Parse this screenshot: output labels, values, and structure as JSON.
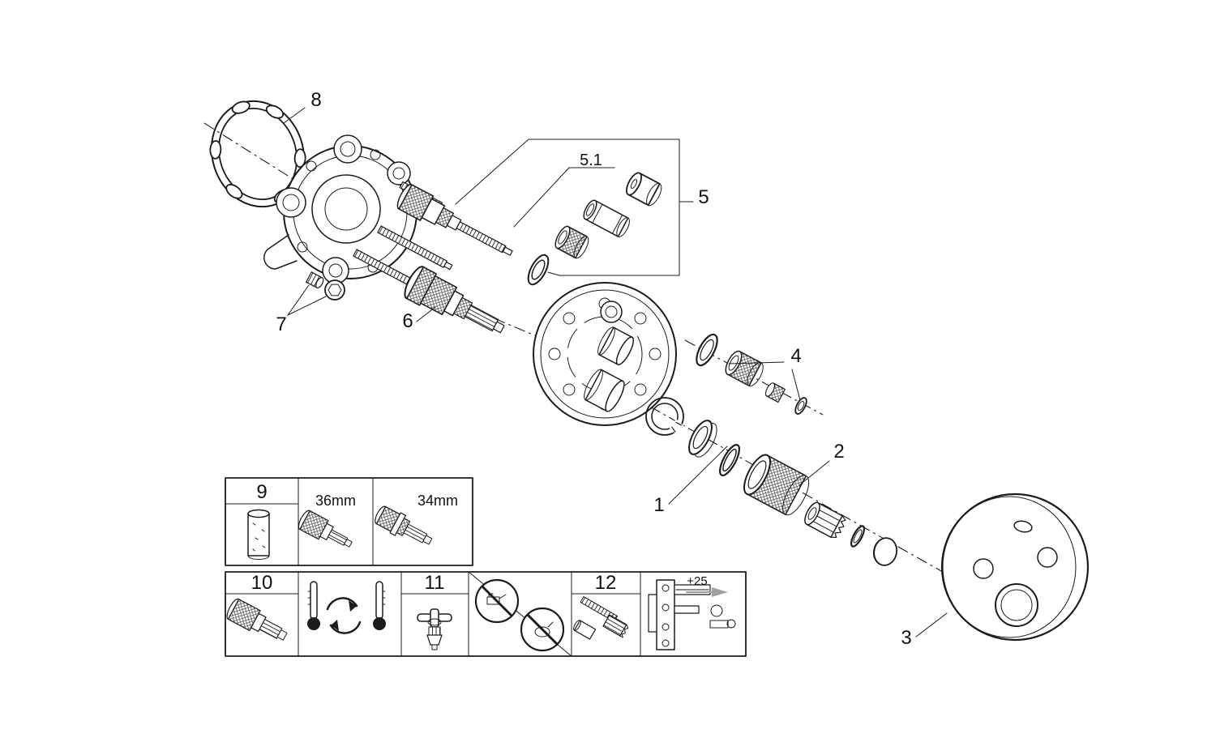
{
  "diagram": {
    "callouts": {
      "p1": "1",
      "p2": "2",
      "p3": "3",
      "p4": "4",
      "p5": "5",
      "p5_1": "5.1",
      "p6": "6",
      "p7": "7",
      "p8": "8"
    },
    "insets": {
      "box9": {
        "number": "9",
        "size_left": "36mm",
        "size_right": "34mm"
      },
      "box10": {
        "number": "10"
      },
      "box11": {
        "number": "11"
      },
      "box12": {
        "number": "12",
        "dimension": "+25"
      }
    },
    "colors": {
      "line": "#1c1c1c",
      "background": "#ffffff",
      "gray_accent": "#a0a0a0"
    }
  }
}
